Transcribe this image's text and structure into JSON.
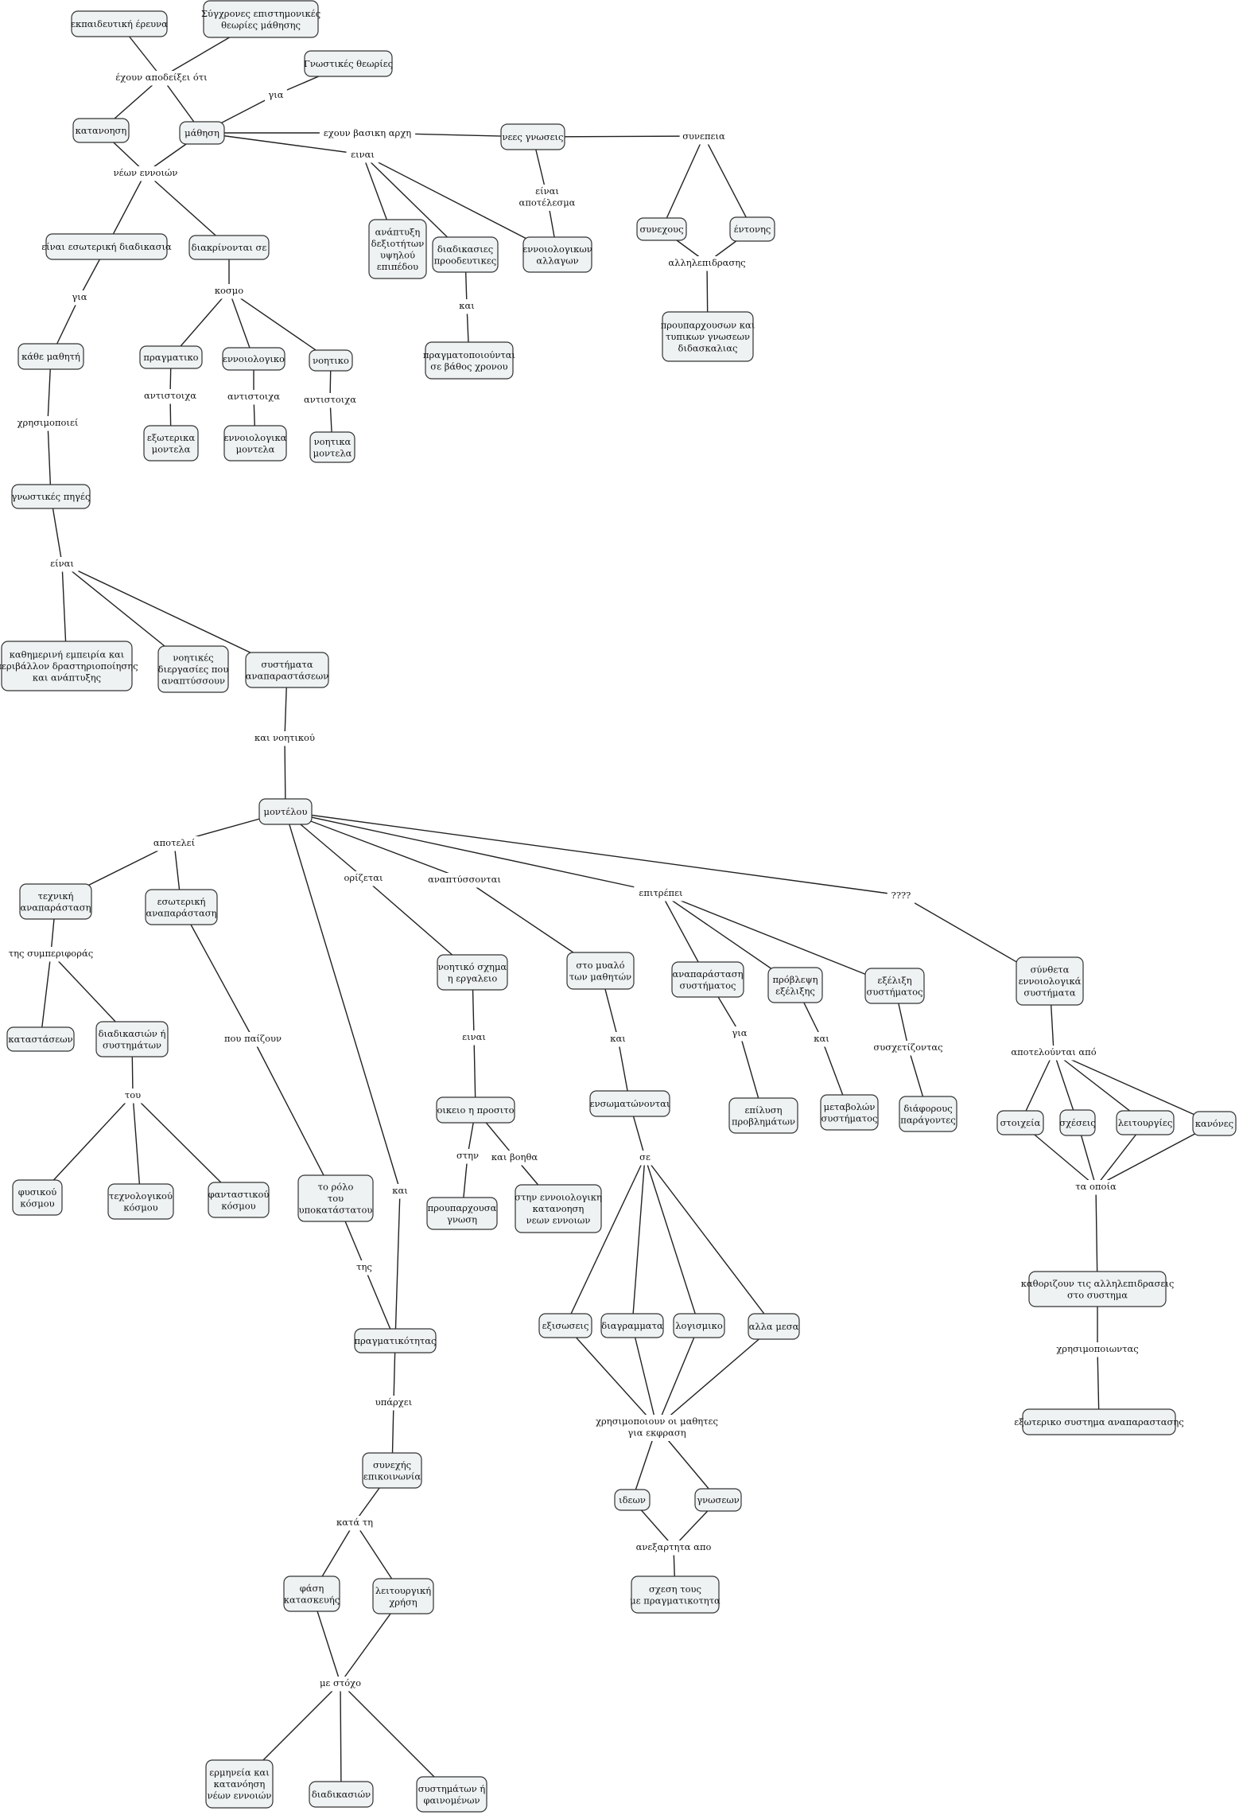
{
  "nodes": {
    "ekp_ereuna": [
      "εκπαιδευτική έρευνα"
    ],
    "sygxr_theories": [
      "Σύγχρονες επιστημονικές",
      "θεωρίες μάθησης"
    ],
    "gnost_theories": [
      "Γνωστικές θεωρίες"
    ],
    "katanoisi": [
      "κατανοηση"
    ],
    "mathisi": [
      "μάθηση"
    ],
    "nees_gnoseis": [
      "νεες γνωσεις"
    ],
    "esot_diadikasia": [
      "είναι εσωτερική διαδικασια"
    ],
    "diakrinontai": [
      "διακρίνονται σε"
    ],
    "anaptyxi": [
      "ανάπτυξη",
      "δεξιοτήτων",
      "υψηλού",
      "επιπέδου"
    ],
    "diad_proodeut": [
      "διαδικασιες",
      "προοδευτικες"
    ],
    "ennoiol_allagon": [
      "εννοιολογικων",
      "αλλαγων"
    ],
    "synexous": [
      "συνεχους"
    ],
    "entonis": [
      "έντονης"
    ],
    "prouparx_typikon": [
      "προυπαρχουσων και",
      "τυπικων γνωσεων",
      "διδασκαλιας"
    ],
    "kathe_mathiti": [
      "κάθε μαθητή"
    ],
    "pragmatiko": [
      "πραγματικο"
    ],
    "ennoiologiko": [
      "εννοιολογικο"
    ],
    "noitiko": [
      "νοητικο"
    ],
    "pragm_bathos": [
      "πραγματοποιούνται",
      "σε βάθος χρονου"
    ],
    "exoterika_montela": [
      "εξωτερικα",
      "μοντελα"
    ],
    "ennoiologika_montela": [
      "εννοιολογικα",
      "μοντελα"
    ],
    "noitika_montela": [
      "νοητικα",
      "μοντελα"
    ],
    "gnost_piges": [
      "γνωστικές πηγές"
    ],
    "kathimerini": [
      "καθημερινή εμπειρία και",
      "περιβάλλον δραστηριοποίησης",
      "και ανάπτυξης"
    ],
    "noitikes_diergasies": [
      "νοητικές",
      "διεργασίες που",
      "αναπτύσσουν"
    ],
    "systimata_anapar": [
      "συστήματα",
      "αναπαραστάσεων"
    ],
    "montelou": [
      "μοντέλου"
    ],
    "texniki_anapar": [
      "τεχνική",
      "αναπαράσταση"
    ],
    "esot_anapar": [
      "εσωτερική",
      "αναπαράσταση"
    ],
    "noitiko_sxima": [
      "νοητικό σχημα",
      "η εργαλειο"
    ],
    "sto_myalo": [
      "στο μυαλό",
      "των μαθητών"
    ],
    "anapar_systimatos": [
      "αναπαράσταση",
      "συστήματος"
    ],
    "provlepsi": [
      "πρόβλεψη",
      "εξέλιξης"
    ],
    "exelixi": [
      "εξέλιξη",
      "συστήματος"
    ],
    "syntheta": [
      "σύνθετα",
      "εννοιολογικά",
      "συστήματα"
    ],
    "katastaseon": [
      "καταστάσεων"
    ],
    "diad_systimaton": [
      "διαδικασιών ή",
      "συστημάτων"
    ],
    "oikeio": [
      "οικειο η προσιτο"
    ],
    "ensomatonontai": [
      "ενσωματώνονται"
    ],
    "epilysi": [
      "επίλυση",
      "προβλημάτων"
    ],
    "metavolon": [
      "μεταβολών",
      "συστήματος"
    ],
    "diaforous": [
      "διάφορους",
      "παράγοντες"
    ],
    "stoixeia": [
      "στοιχεία"
    ],
    "sxeseis": [
      "σχέσεις"
    ],
    "leitourgies": [
      "λειτουργίες"
    ],
    "kanones": [
      "κανόνες"
    ],
    "fysikou": [
      "φυσικού",
      "κόσμου"
    ],
    "texnologikou": [
      "τεχνολογικού",
      "κόσμου"
    ],
    "fantastikou": [
      "φανταστικού",
      "κόσμου"
    ],
    "rolo": [
      "το ρόλο",
      "του",
      "υποκατάστατου"
    ],
    "prouparxousa": [
      "προυπαρχουσα",
      "γνωση"
    ],
    "stin_ennoiologiki": [
      "στην εννοιολογικη",
      "κατανοηση",
      "νεων εννοιων"
    ],
    "kathorizoun": [
      "καθοριζουν τις αλληλεπιδρασεις",
      "στο συστημα"
    ],
    "exisoseis": [
      "εξισωσεις"
    ],
    "diagrammata": [
      "διαγραμματα"
    ],
    "logismiko": [
      "λογισμικο"
    ],
    "alla_mesa": [
      "αλλα μεσα"
    ],
    "pragmatikotitas": [
      "πραγματικότητας"
    ],
    "exoteriko_systima": [
      "εξωτερικο συστημα αναπαραστασης"
    ],
    "synexis_epik": [
      "συνεχής",
      "επικοινωνία"
    ],
    "ideon": [
      "ιδεων"
    ],
    "gnoseon": [
      "γνωσεων"
    ],
    "sxesi_tous": [
      "σχεση τους",
      "με πραγματικοτητα"
    ],
    "fasi_kataskeuis": [
      "φάση",
      "κατασκευής"
    ],
    "leitourgiki_xrisi": [
      "λειτουργική",
      "χρήση"
    ],
    "ermineia": [
      "ερμηνεία και",
      "κατανόηση",
      "νέων εννοιών"
    ],
    "diadikasion": [
      "διαδικασιών"
    ],
    "systimaton_fain": [
      "συστημάτων ή",
      "φαινομένων"
    ]
  },
  "labels": {
    "exoun_apodeixei": [
      "έχουν αποδείξει ότι"
    ],
    "gia_1": [
      "για"
    ],
    "exoun_vasiki": [
      "εχουν βασικη αρχη"
    ],
    "sunepeia": [
      "συνεπεια"
    ],
    "einai_1": [
      "ειναι"
    ],
    "neon_ennoion": [
      "νέων εννοιών"
    ],
    "einai_apotelesma": [
      "είναι",
      "αποτέλεσμα"
    ],
    "allilepidrasis": [
      "αλληλεπιδρασης"
    ],
    "gia_2": [
      "για"
    ],
    "kosmo": [
      "κοσμο"
    ],
    "kai_1": [
      "και"
    ],
    "antistoixa_1": [
      "αντιστοιχα"
    ],
    "antistoixa_2": [
      "αντιστοιχα"
    ],
    "antistoixa_3": [
      "αντιστοιχα"
    ],
    "xrisimopoiei": [
      "χρησιμοποιεί"
    ],
    "einai_2": [
      "είναι"
    ],
    "kai_noitikou": [
      "και νοητικού"
    ],
    "apotelei": [
      "αποτελεί"
    ],
    "orizetai": [
      "ορίζεται"
    ],
    "anaptyssontai": [
      "αναπτύσσονται"
    ],
    "epitrepei": [
      "επιτρέπει"
    ],
    "question": [
      "????"
    ],
    "tis_symperiforas": [
      "της συμπεριφοράς"
    ],
    "pou_paizoun": [
      "που παίζουν"
    ],
    "einai_3": [
      "ειναι"
    ],
    "kai_2": [
      "και"
    ],
    "gia_3": [
      "για"
    ],
    "kai_3": [
      "και"
    ],
    "syschetizontas": [
      "συσχετίζοντας"
    ],
    "apoteloun_apo": [
      "αποτελούνται από"
    ],
    "tou": [
      "του"
    ],
    "kai_4": [
      "και"
    ],
    "stin": [
      "στην"
    ],
    "kai_voitha": [
      "και βοηθα"
    ],
    "se": [
      "σε"
    ],
    "ta_opoia": [
      "τα οποία"
    ],
    "tis": [
      "της"
    ],
    "xrisimopoiountas": [
      "χρησιμοποιωντας"
    ],
    "xrisimopoioun": [
      "χρησιμοποιουν οι μαθητες",
      "για εκφραση"
    ],
    "yparxei": [
      "υπάρχει"
    ],
    "aneksartita": [
      "ανεξαρτητα απο"
    ],
    "kata_ti": [
      "κατά τη"
    ],
    "me_stoxo": [
      "με στόχο"
    ]
  }
}
